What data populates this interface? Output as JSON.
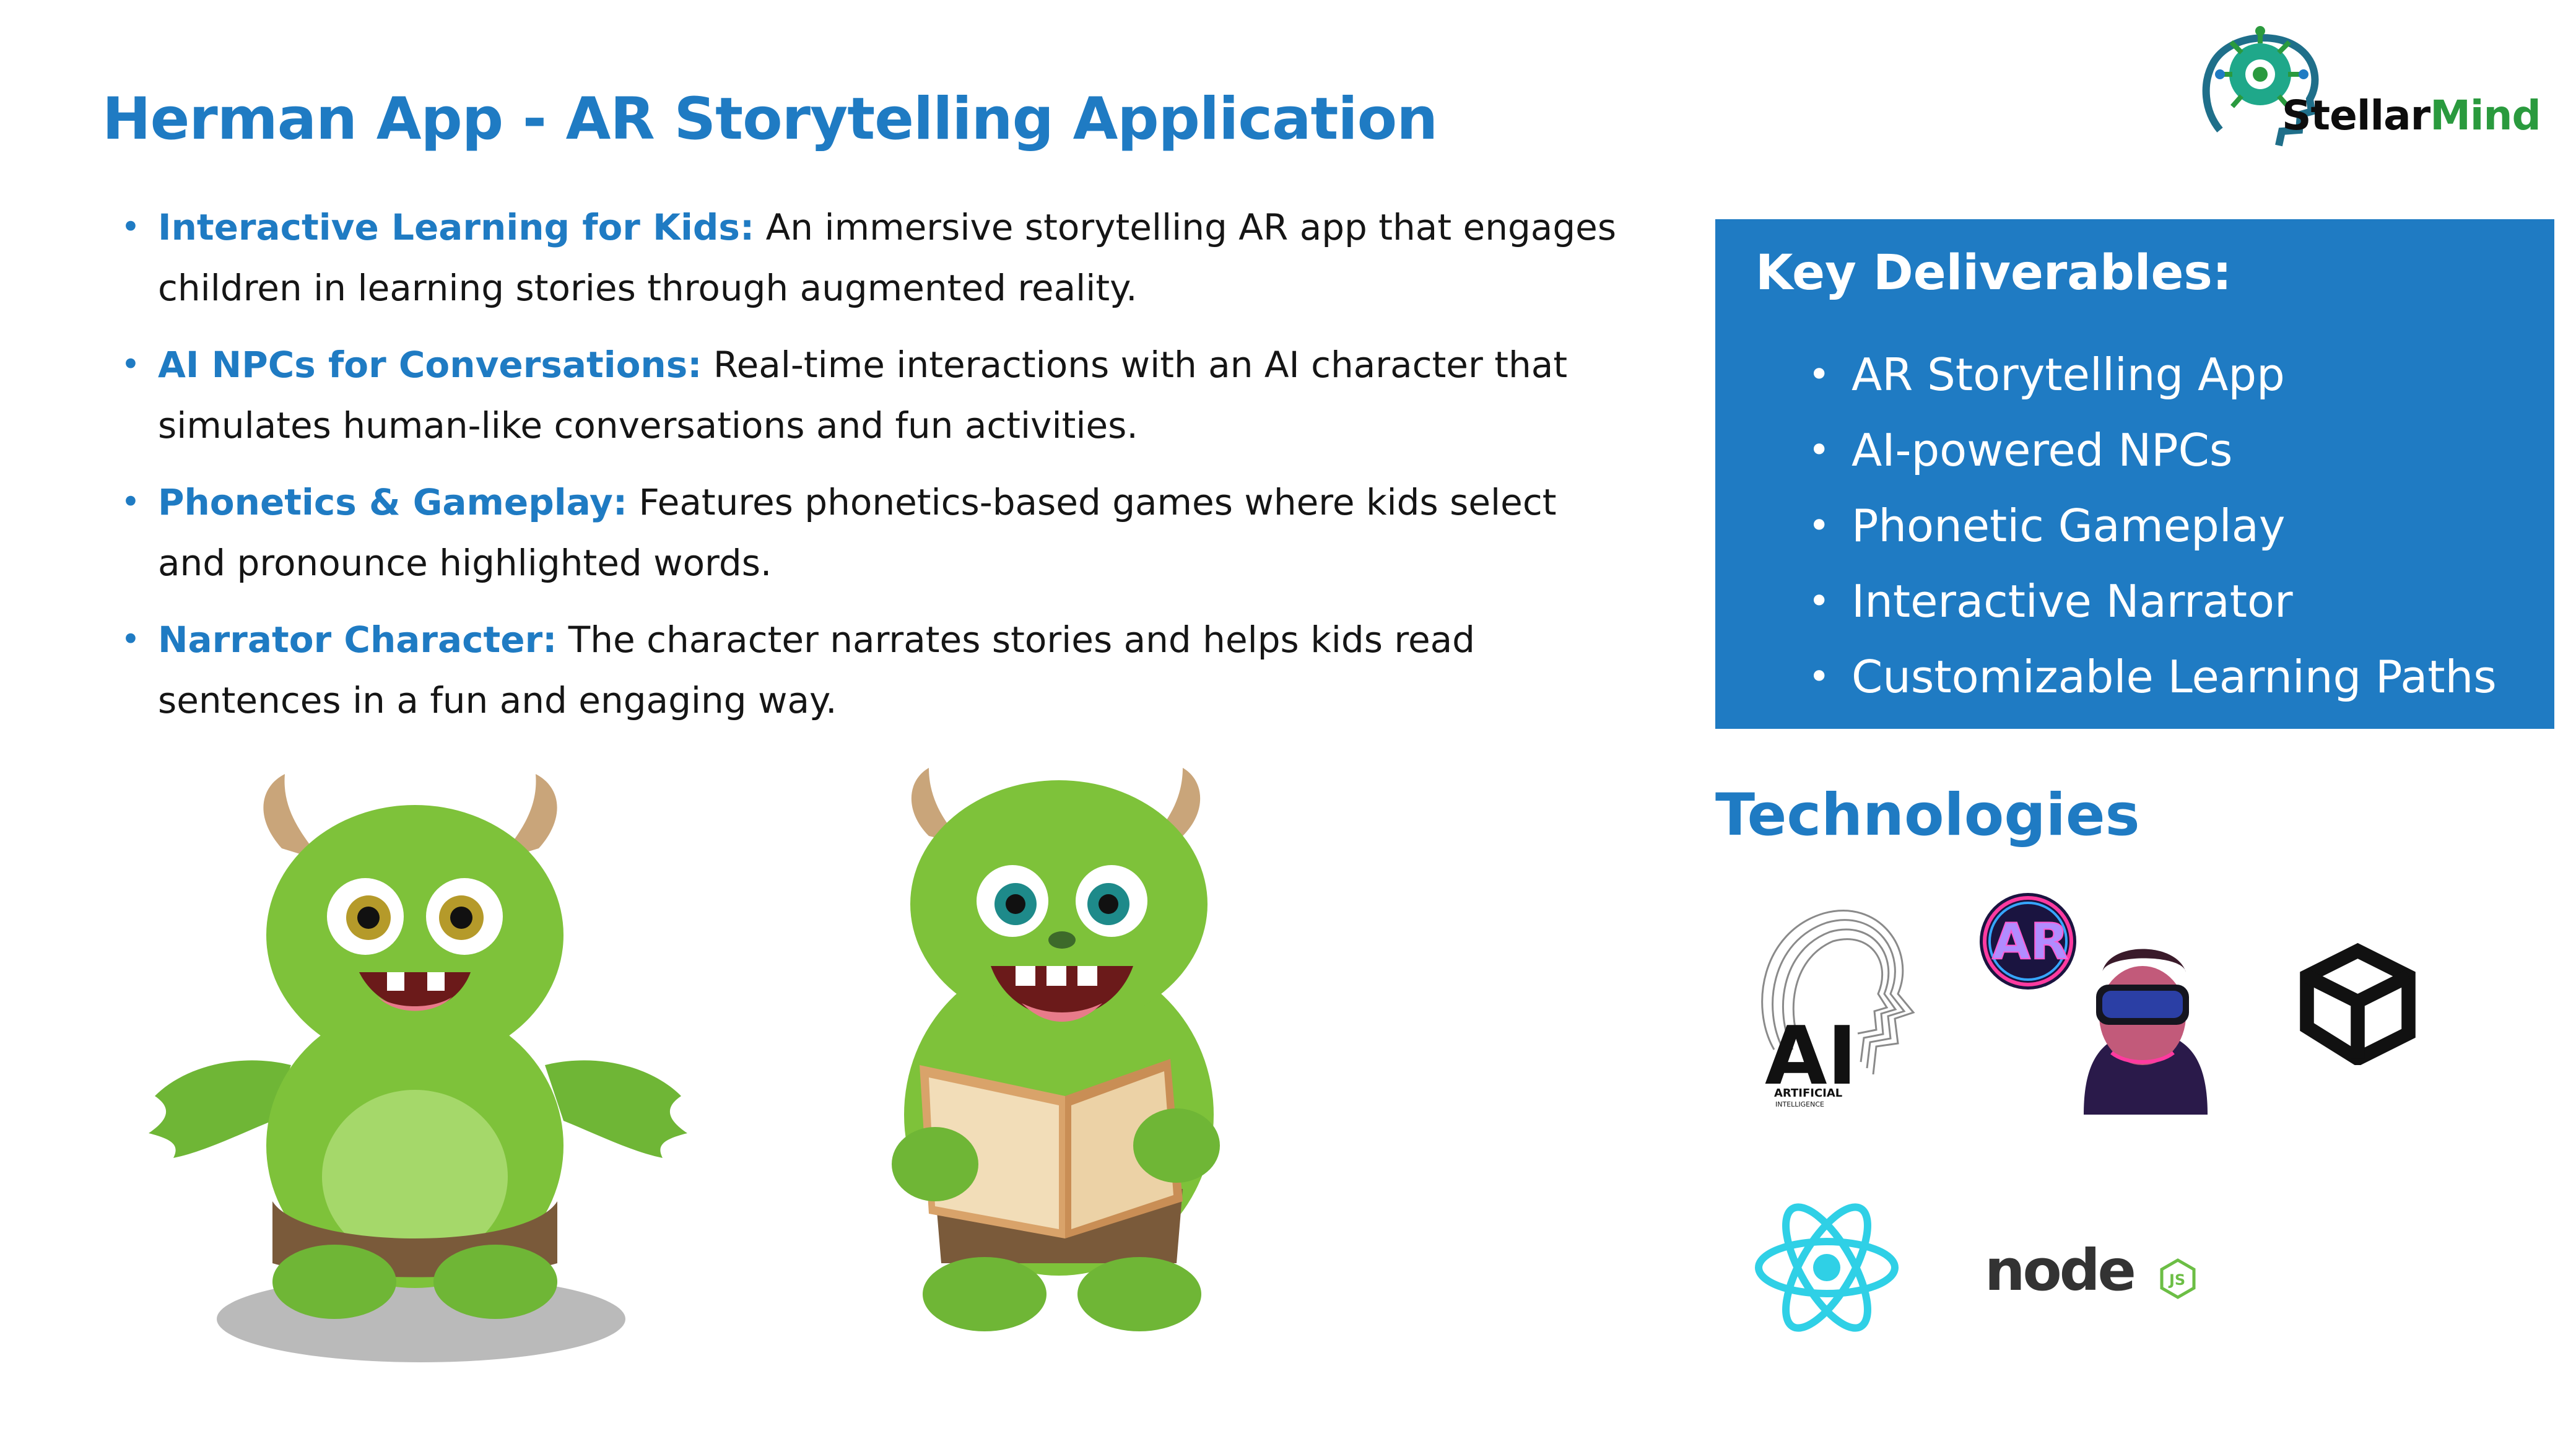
{
  "title": "Herman App - AR Storytelling Application",
  "logo": {
    "part1": "Stellar",
    "part2": "Mind"
  },
  "features": [
    {
      "lead": "Interactive Learning for Kids:",
      "text": " An immersive storytelling AR app that engages children in learning stories through augmented reality."
    },
    {
      "lead": "AI NPCs for Conversations:",
      "text": " Real-time interactions with an AI character that simulates human-like conversations and fun activities."
    },
    {
      "lead": "Phonetics & Gameplay:",
      "text": " Features phonetics-based games where kids select and pronounce highlighted words."
    },
    {
      "lead": "Narrator Character:",
      "text": " The character narrates stories and helps kids read sentences in a fun and engaging way."
    }
  ],
  "deliverables": {
    "title": "Key Deliverables:",
    "items": [
      "AR Storytelling App",
      "AI-powered NPCs",
      "Phonetic Gameplay",
      "Interactive Narrator",
      "Customizable Learning Paths"
    ]
  },
  "technologies": {
    "title": "Technologies",
    "ai_badge": {
      "big": "AI",
      "small1": "ARTIFICIAL",
      "small2": "INTELLIGENCE"
    },
    "ar_badge": "AR",
    "node_word": "node",
    "node_js": "JS"
  },
  "colors": {
    "accent": "#1f7bc3",
    "monster_green": "#7ec23a",
    "react_cyan": "#2fd0e6",
    "node_green": "#6cbe45",
    "logo_green": "#2a9a3e"
  },
  "icons": [
    "brain-head-logo-icon",
    "ai-head-icon",
    "ar-vr-headset-icon",
    "unity-icon",
    "react-icon",
    "nodejs-icon"
  ]
}
